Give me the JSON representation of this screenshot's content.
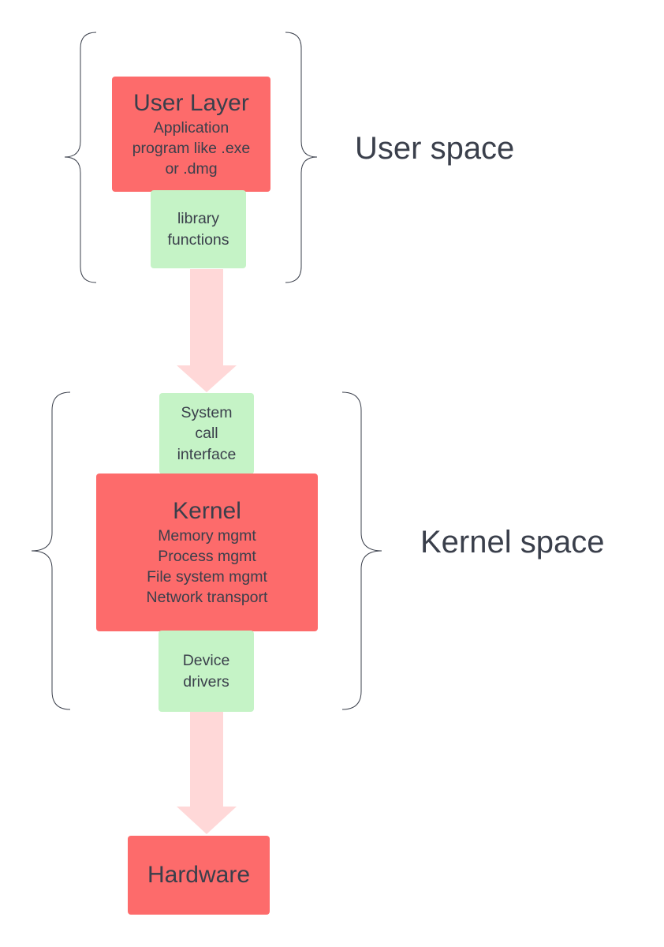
{
  "colors": {
    "layer_box": "#fd6b6b",
    "interface_box": "#c5f3c6",
    "arrow": "#ffd8d8",
    "text": "#3a3f4b",
    "brace": "#3a3f4b"
  },
  "user_space": {
    "label": "User space",
    "user_layer": {
      "title": "User Layer",
      "lines": [
        "Application",
        "program like .exe",
        "or .dmg"
      ]
    },
    "library_functions": {
      "lines": [
        "library",
        "functions"
      ]
    }
  },
  "kernel_space": {
    "label": "Kernel space",
    "system_call_interface": {
      "lines": [
        "System",
        "call",
        "interface"
      ]
    },
    "kernel": {
      "title": "Kernel",
      "lines": [
        "Memory mgmt",
        "Process mgmt",
        "File system mgmt",
        "Network transport"
      ]
    },
    "device_drivers": {
      "lines": [
        "Device",
        "drivers"
      ]
    }
  },
  "hardware": {
    "title": "Hardware"
  }
}
